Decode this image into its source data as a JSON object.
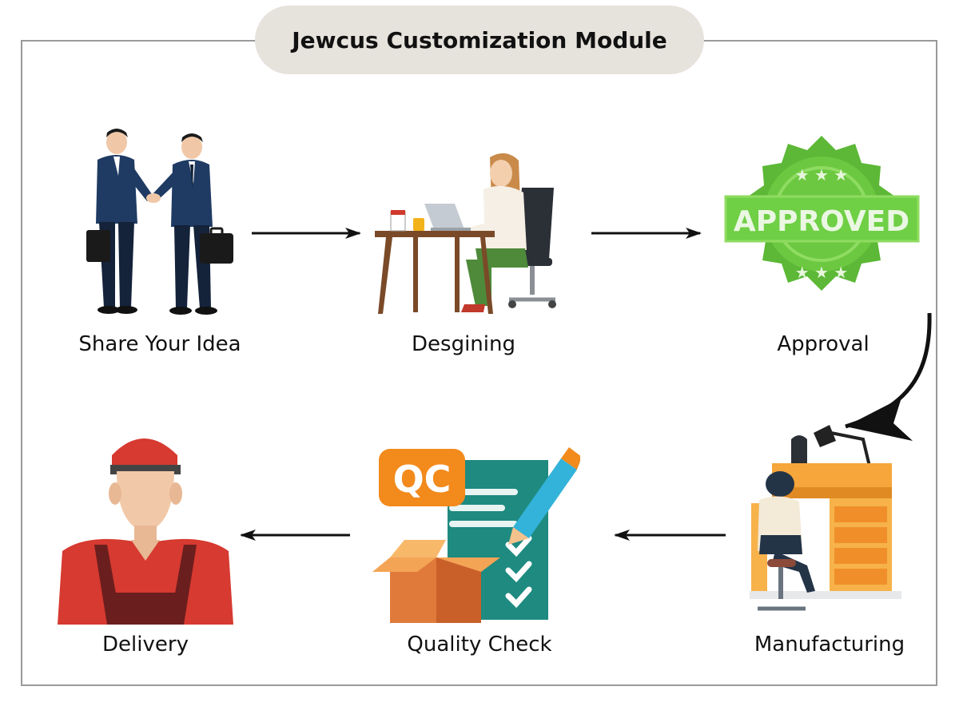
{
  "title": "Jewcus Customization Module",
  "steps": [
    {
      "label": "Share Your Idea",
      "icon": "handshake-businessmen-icon"
    },
    {
      "label": "Desgining",
      "icon": "designer-at-desk-icon"
    },
    {
      "label": "Approval",
      "icon": "approved-badge-icon"
    },
    {
      "label": "Manufacturing",
      "icon": "jeweler-workbench-icon"
    },
    {
      "label": "Quality Check",
      "icon": "qc-checklist-box-icon"
    },
    {
      "label": "Delivery",
      "icon": "delivery-man-icon"
    }
  ],
  "badge": {
    "text": "APPROVED",
    "color": "#5cb836"
  },
  "qc": {
    "text": "QC",
    "color": "#f28a1c"
  },
  "colors": {
    "frame": "#9a9a9a",
    "title_bg": "#e6e2dc",
    "arrow": "#111111"
  }
}
